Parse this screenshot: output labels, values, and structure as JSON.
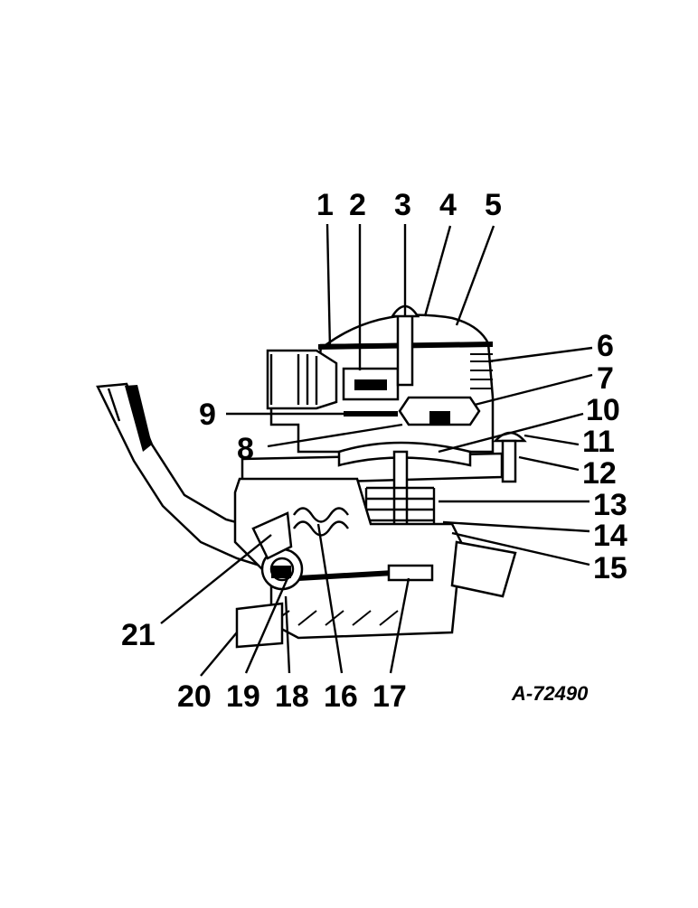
{
  "figure": {
    "reference": "A-72490",
    "callouts": [
      "1",
      "2",
      "3",
      "4",
      "5",
      "6",
      "7",
      "8",
      "9",
      "10",
      "11",
      "12",
      "13",
      "14",
      "15",
      "16",
      "17",
      "18",
      "19",
      "20",
      "21"
    ]
  }
}
